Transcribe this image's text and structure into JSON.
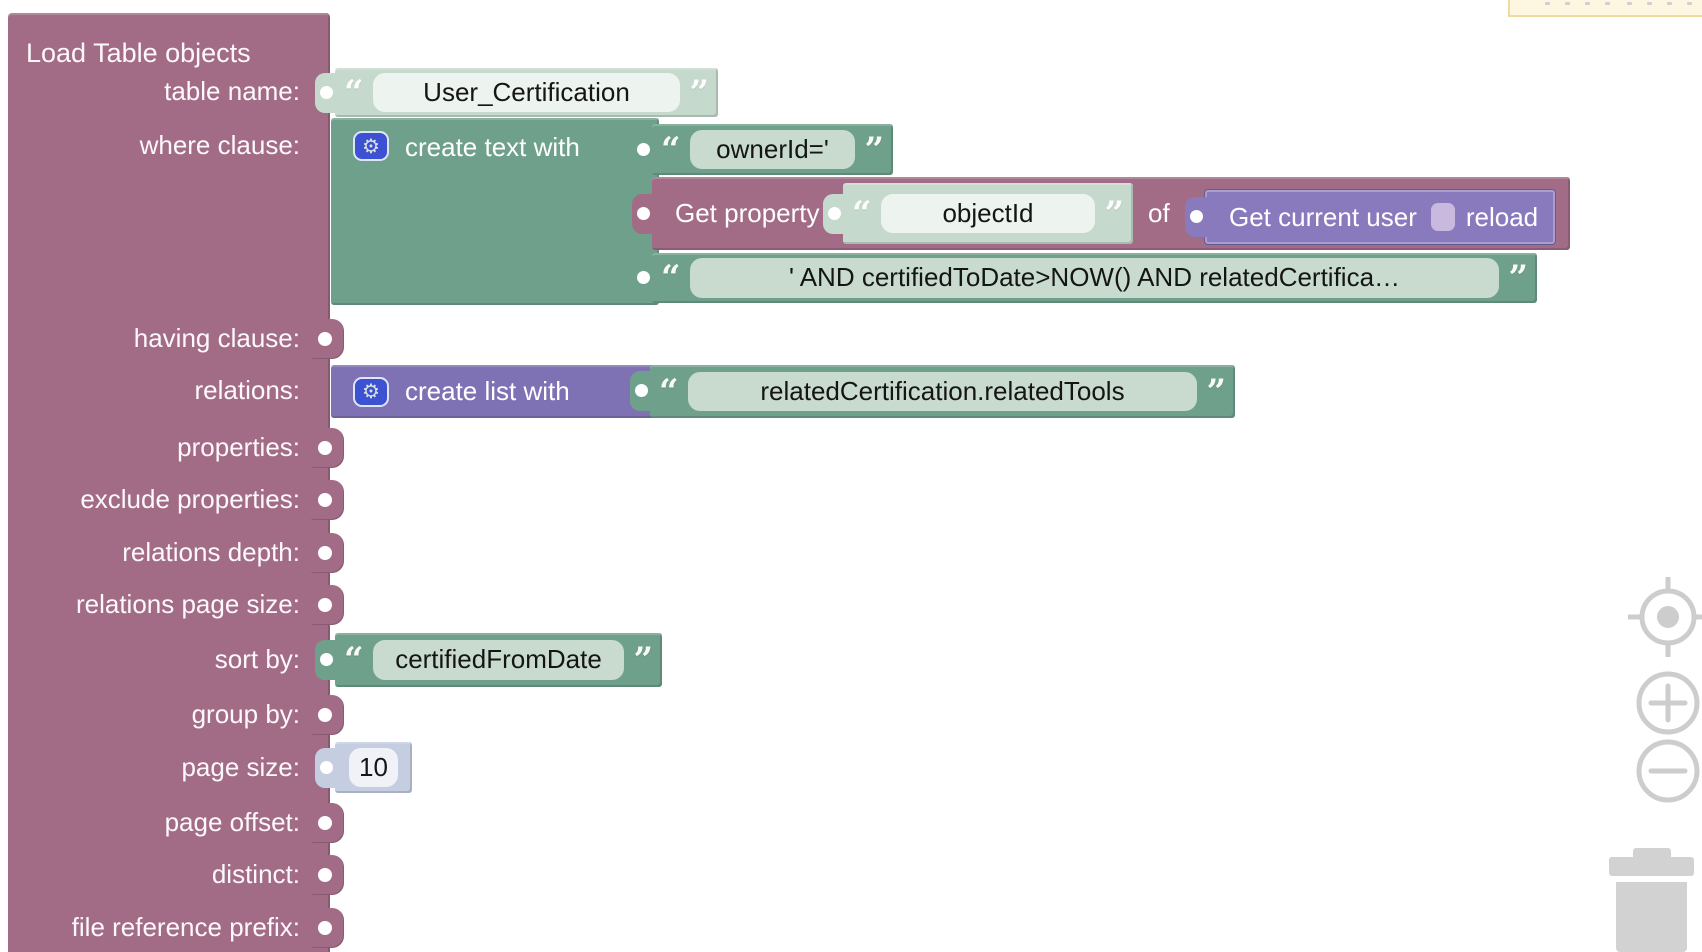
{
  "block": {
    "title": "Load Table objects",
    "param_labels": [
      "table name:",
      "where clause:",
      "having clause:",
      "relations:",
      "properties:",
      "exclude properties:",
      "relations depth:",
      "relations page size:",
      "sort by:",
      "group by:",
      "page size:",
      "page offset:",
      "distinct:",
      "file reference prefix:"
    ],
    "table_name": "User_Certification",
    "where": {
      "container_label": "create text with",
      "text1": "ownerId='",
      "get_property_label": "Get property",
      "property_name": "objectId",
      "of_label": "of",
      "current_user_label": "Get current user",
      "reload_label": "reload",
      "reload_checked": false,
      "text2": "' AND certifiedToDate>NOW() AND relatedCertifica…"
    },
    "relations": {
      "container_label": "create list with",
      "value": "relatedCertification.relatedTools"
    },
    "sort_by": "certifiedFromDate",
    "page_size": "10"
  },
  "glyphs": {
    "quote_open": "“",
    "quote_close": "”",
    "gear": "⚙"
  },
  "icons": [
    "gear-icon",
    "quote-open-icon",
    "quote-close-icon",
    "center-blocks-icon",
    "zoom-in-icon",
    "zoom-out-icon",
    "trash-icon"
  ],
  "colors": {
    "block_mauve": "#a26c86",
    "teal_green": "#6fa08c",
    "shell_light": "#c6d9cd",
    "field_sage": "#c8dbce",
    "field_white": "#edf3ee",
    "container_purple": "#7f72b4",
    "user_block_purple": "#8979bd",
    "number_shell": "#c5cde1",
    "gear_blue": "#3d51d3",
    "control_gray": "#d2d2d2",
    "notice_bg": "#fdf6e1",
    "notice_border": "#eedc9f"
  }
}
